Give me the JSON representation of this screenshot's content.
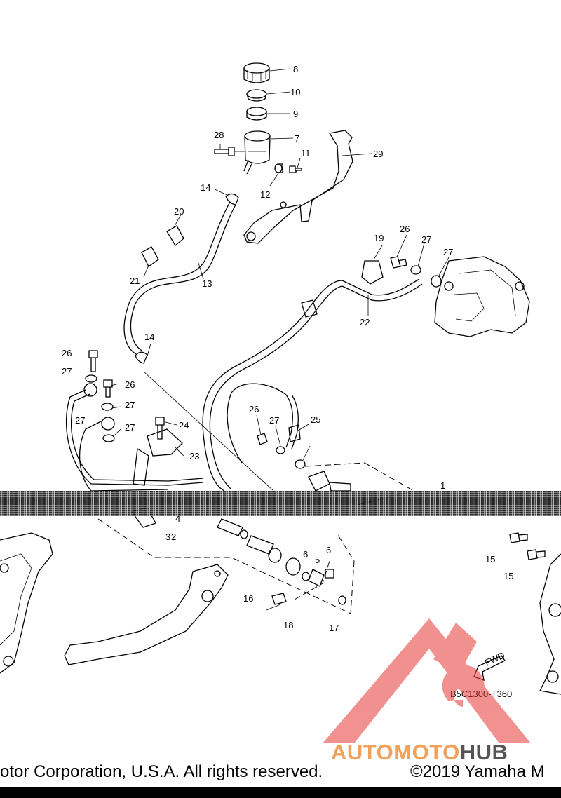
{
  "diagram": {
    "callouts": [
      "1",
      "2",
      "3",
      "4",
      "5",
      "6",
      "6",
      "7",
      "8",
      "9",
      "10",
      "11",
      "12",
      "13",
      "14",
      "14",
      "15",
      "15",
      "16",
      "17",
      "18",
      "19",
      "20",
      "21",
      "22",
      "23",
      "24",
      "25",
      "26",
      "26",
      "26",
      "26",
      "27",
      "27",
      "27",
      "27",
      "27",
      "27",
      "27",
      "28",
      "29"
    ],
    "drawing_code": "B5C1300-T360",
    "fwd_label": "FWD"
  },
  "footer": {
    "copyright_left": "otor Corporation, U.S.A. All rights reserved.",
    "copyright_right": "©2019 Yamaha M"
  },
  "watermark": {
    "part_a": "AUTOMOTO",
    "part_b": "HUB",
    "color_logo": "#e53935",
    "color_text": "#f2a15a"
  }
}
